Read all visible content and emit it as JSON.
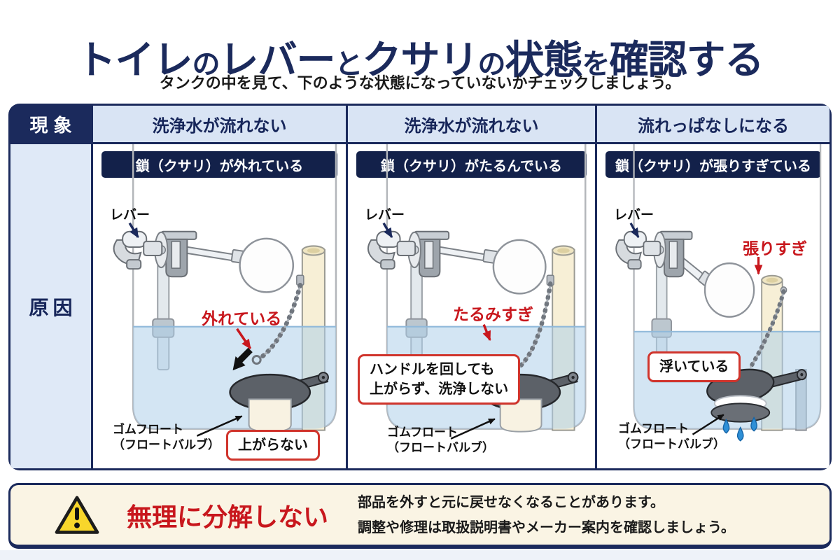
{
  "colors": {
    "navy": "#1b2a5c",
    "banner_navy": "#13214a",
    "red": "#c8171d",
    "header_blue": "#d9e4f4",
    "water_blue": "#cfe3f2",
    "warning_cream": "#faf4e4",
    "triangle_yellow": "#f8d62b"
  },
  "header": {
    "title_segments": [
      {
        "text": "トイレ",
        "small": false
      },
      {
        "text": "の",
        "small": true
      },
      {
        "text": "レバー",
        "small": false
      },
      {
        "text": "と",
        "small": true
      },
      {
        "text": "クサリ",
        "small": false
      },
      {
        "text": "の",
        "small": true
      },
      {
        "text": "状態",
        "small": false
      },
      {
        "text": "を",
        "small": true
      },
      {
        "text": "確認する",
        "small": false
      }
    ],
    "subtitle": "タンクの中を見て、下のような状態になっていないかチェックしましょう。"
  },
  "table": {
    "phenomenon_label": "現象",
    "cause_label": "原因",
    "columns": [
      {
        "phenomenon": "洗浄水が流れない",
        "banner": "鎖（クサリ）が外れている",
        "lever_label": "レバー",
        "problem_label": "外れている",
        "float_label_line1": "ゴムフロート",
        "float_label_line2": "（フロートバルブ）",
        "callout_lines": [
          "上がらない"
        ]
      },
      {
        "phenomenon": "洗浄水が流れない",
        "banner": "鎖（クサリ）がたるんでいる",
        "lever_label": "レバー",
        "problem_label": "たるみすぎ",
        "float_label_line1": "ゴムフロート",
        "float_label_line2": "（フロートバルブ）",
        "callout_lines": [
          "ハンドルを回しても",
          "上がらず、洗浄しない"
        ]
      },
      {
        "phenomenon": "流れっぱなしになる",
        "banner": "鎖（クサリ）が張りすぎている",
        "lever_label": "レバー",
        "problem_label": "張りすぎ",
        "float_label_line1": "ゴムフロート",
        "float_label_line2": "（フロートバルブ）",
        "callout_lines": [
          "浮いている"
        ]
      }
    ]
  },
  "warning": {
    "title": "無理に分解しない",
    "lines": [
      "部品を外すと元に戻せなくなることがあります。",
      "調整や修理は取扱説明書やメーカー案内を確認しましょう。"
    ]
  }
}
